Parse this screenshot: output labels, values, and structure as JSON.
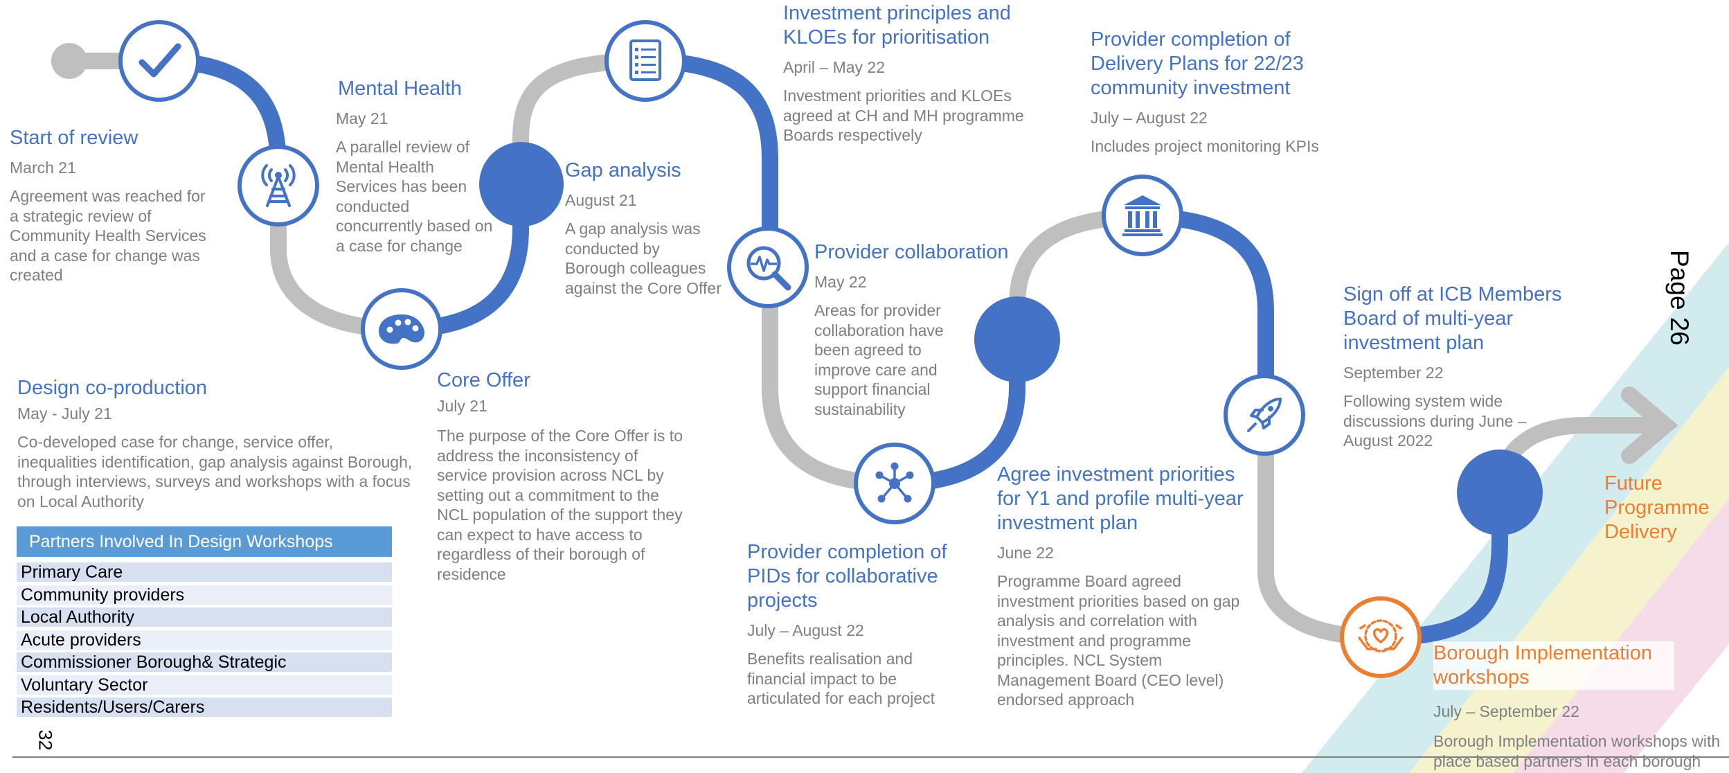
{
  "milestones": {
    "start_review": {
      "title": "Start of review",
      "date": "March 21",
      "desc": "Agreement was reached for a strategic review of Community Health Services and a case for change was created"
    },
    "mental_health": {
      "title": "Mental Health",
      "date": "May 21",
      "desc": "A parallel review of Mental Health Services has been conducted concurrently based on a case for change"
    },
    "design_coproduction": {
      "title": "Design co-production",
      "date": "May - July 21",
      "desc": "Co-developed case for change, service offer, inequalities identification, gap analysis against Borough, through interviews, surveys and workshops with a focus on Local Authority"
    },
    "core_offer": {
      "title": "Core Offer",
      "date": "July 21",
      "desc": "The purpose of the Core Offer  is to address the inconsistency of service provision across NCL by setting out a commitment to the NCL population of the support they can expect to have access to regardless of their borough of residence"
    },
    "gap_analysis": {
      "title": "Gap analysis",
      "date": "August 21",
      "desc": "A gap analysis was conducted by Borough colleagues against the Core Offer"
    },
    "investment_principles": {
      "title": "Investment principles and KLOEs for prioritisation",
      "date": "April – May 22",
      "desc": "Investment priorities and KLOEs agreed at CH and MH programme Boards respectively"
    },
    "provider_collaboration": {
      "title": "Provider collaboration",
      "date": "May 22",
      "desc": "Areas for provider collaboration have been agreed to improve care and support financial sustainability"
    },
    "provider_pids": {
      "title": "Provider completion of PIDs for collaborative projects",
      "date": "July – August 22",
      "desc": "Benefits realisation and financial impact to be articulated for each project"
    },
    "agree_priorities": {
      "title": "Agree investment priorities for Y1 and profile multi-year investment plan",
      "date": "June 22",
      "desc": "Programme Board agreed investment priorities based on gap analysis and correlation with investment and programme principles. NCL System Management Board (CEO level) endorsed approach"
    },
    "delivery_plans": {
      "title": "Provider completion of Delivery Plans for 22/23 community investment",
      "date": "July – August 22",
      "desc": "Includes project monitoring KPIs"
    },
    "sign_off": {
      "title": "Sign off at ICB Members Board of multi-year investment plan",
      "date": "September 22",
      "desc": "Following system wide discussions during June – August 2022"
    },
    "borough_workshops": {
      "title": "Borough Implementation workshops",
      "date": "July – September 22",
      "desc": "Borough Implementation workshops with place based partners in each borough"
    },
    "future": {
      "title": "Future Programme Delivery"
    }
  },
  "partners": {
    "header": "Partners Involved In Design Workshops",
    "items": [
      "Primary Care",
      "Community providers",
      "Local Authority",
      "Acute providers",
      "Commissioner Borough& Strategic",
      "Voluntary Sector",
      "Residents/Users/Carers"
    ]
  },
  "page_label": "Page 26",
  "slide_number": "32",
  "colors": {
    "blue": "#4472C4",
    "grey": "#BFBFBF",
    "orange": "#ED7D31",
    "text_grey": "#7F7F7F"
  },
  "icons": [
    "checkmark-icon",
    "radio-tower-icon",
    "palette-icon",
    "checklist-icon",
    "analytics-magnifier-icon",
    "network-icon",
    "bank-icon",
    "rocket-icon",
    "handshake-heart-icon"
  ]
}
